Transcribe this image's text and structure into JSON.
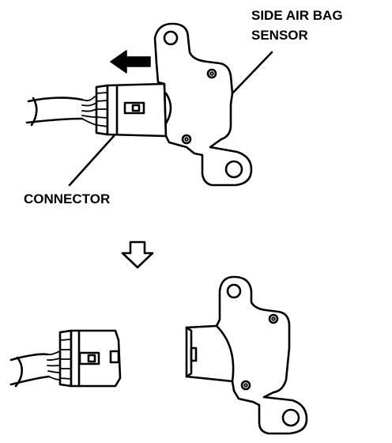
{
  "labels": {
    "sensor_line1": "SIDE AIR BAG",
    "sensor_line2": "SENSOR",
    "connector": "CONNECTOR"
  }
}
